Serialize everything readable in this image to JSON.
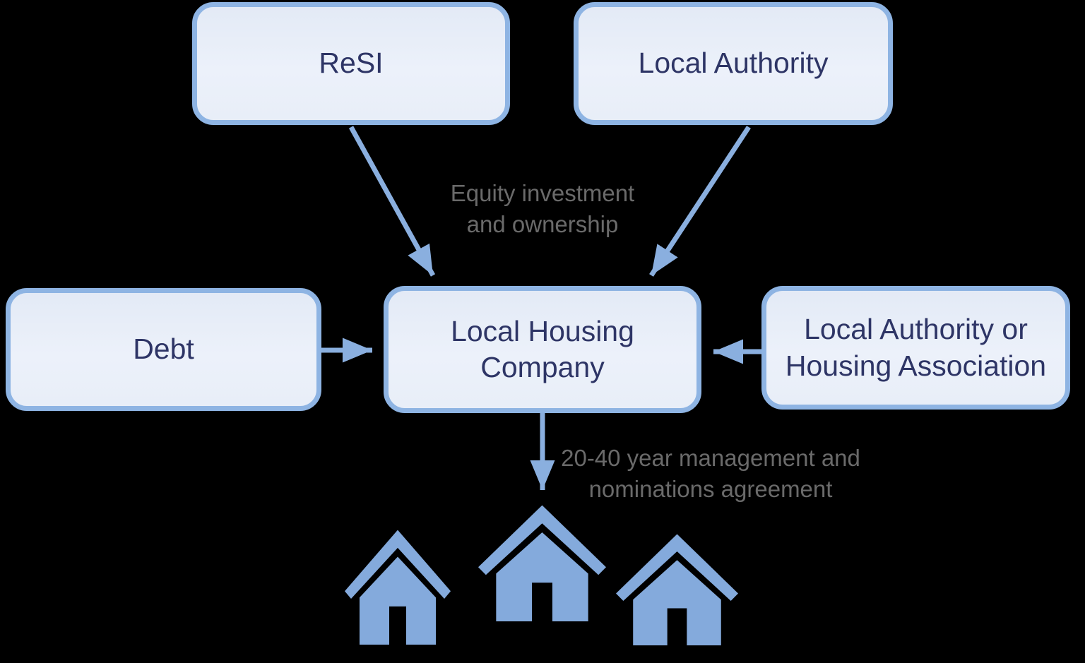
{
  "diagram": {
    "nodes": {
      "resi": {
        "label": "ReSI"
      },
      "local_authority": {
        "label": "Local Authority"
      },
      "debt": {
        "label": "Debt"
      },
      "local_housing_company": {
        "label": "Local Housing Company"
      },
      "la_or_housing_association": {
        "label": "Local Authority or Housing Association"
      }
    },
    "edge_labels": {
      "equity_investment": "Equity investment and ownership",
      "management_agreement": "20-40 year management and nominations agreement"
    },
    "house_icons_count": 3,
    "colors": {
      "background": "#000000",
      "box_border": "#8eb4e3",
      "box_fill": "#e9eef8",
      "box_text": "#2e3566",
      "arrow": "#8aafdf",
      "edge_label_text": "#6a6a6a",
      "house_icon": "#84aadc"
    }
  }
}
